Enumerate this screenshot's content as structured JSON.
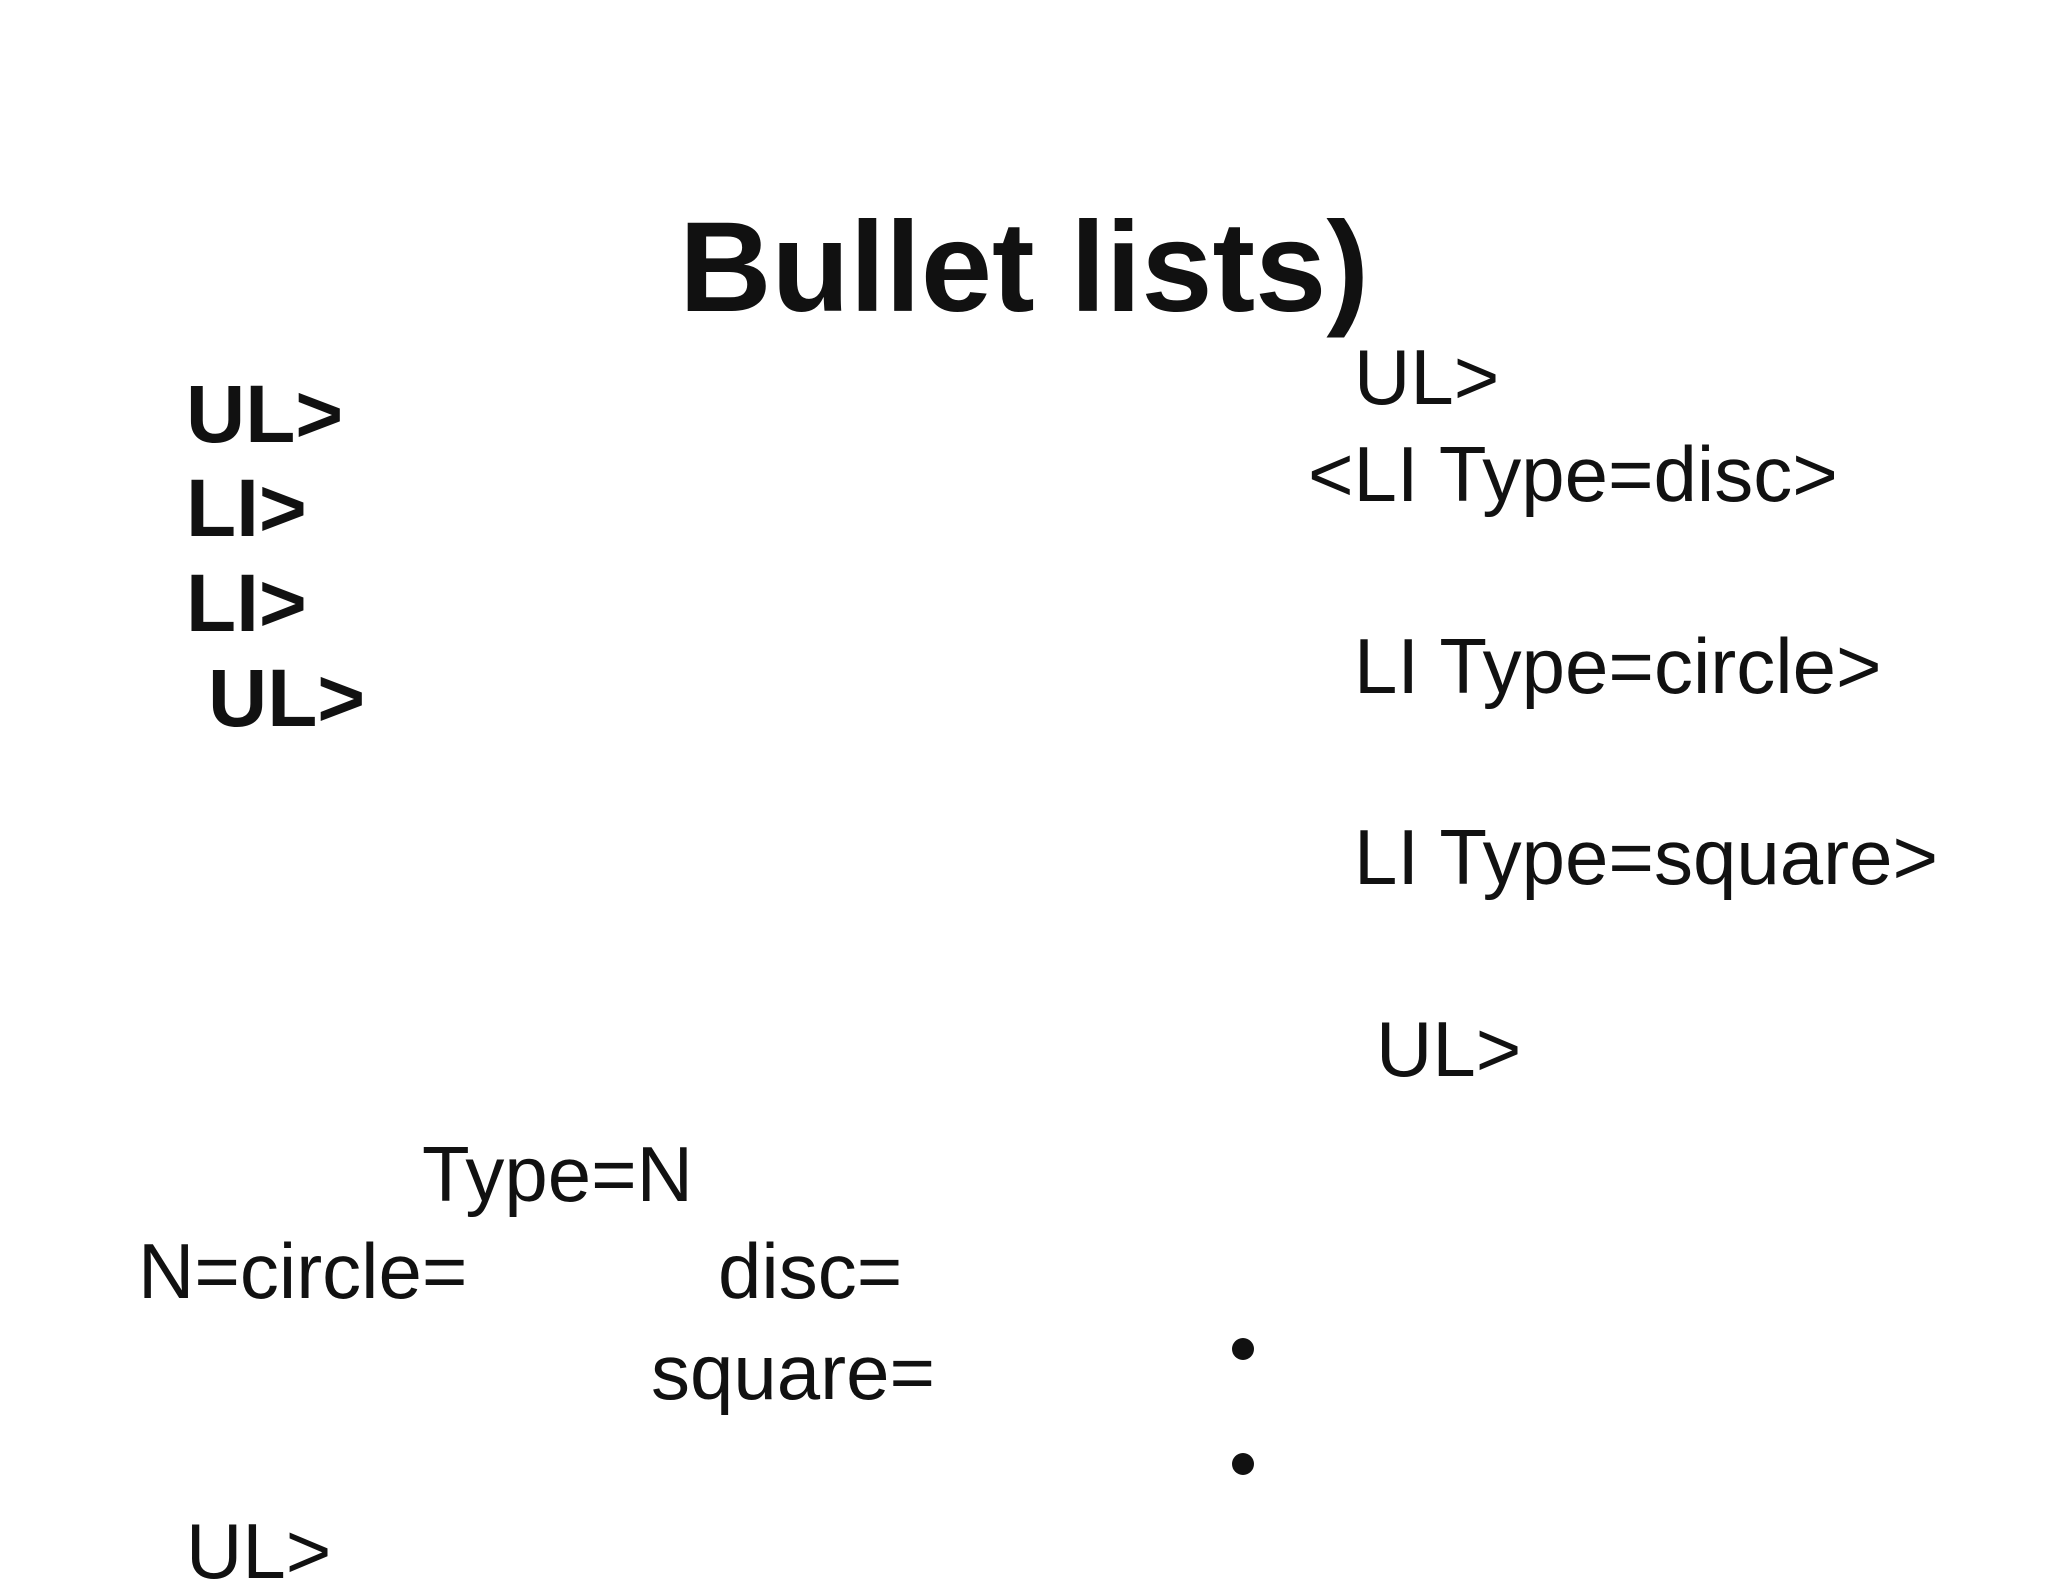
{
  "slide": {
    "title": "Bullet lists)",
    "left_code": [
      "UL>",
      "LI>",
      "LI>",
      "UL>"
    ],
    "right_code": [
      "UL>",
      "<LI Type=disc>",
      "LI Type=circle>",
      "LI Type=square>",
      "UL>"
    ],
    "type_heading": "Type=N",
    "n_circle": "N=circle=",
    "disc": "disc=",
    "square": "square=",
    "bottom_partial": "UL>"
  }
}
